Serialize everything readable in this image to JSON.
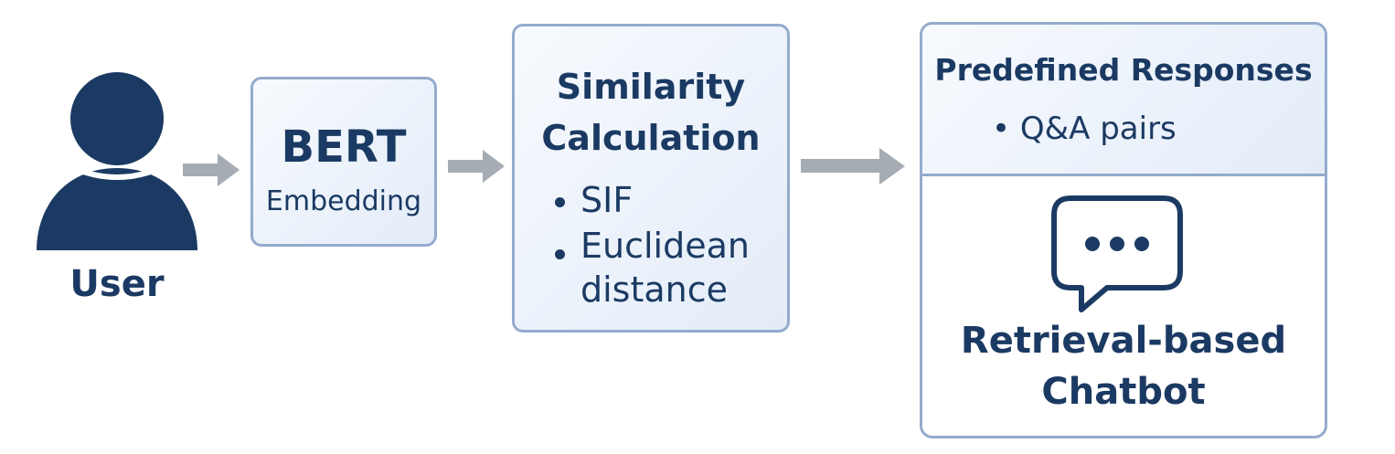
{
  "diagram": {
    "user": {
      "label": "User",
      "icon": "user-icon"
    },
    "bert": {
      "title": "BERT",
      "subtitle": "Embedding"
    },
    "similarity": {
      "title_line1": "Similarity",
      "title_line2": "Calculation",
      "bullets": [
        "SIF",
        "Euclidean",
        "distance"
      ]
    },
    "responses": {
      "title": "Predefined Responses",
      "item": "• Q&A pairs"
    },
    "chatbot": {
      "line1": "Retrieval-based",
      "line2": "Chatbot",
      "icon": "chat-bubble-icon"
    },
    "colors": {
      "primary": "#1b3a63",
      "border": "#93abcd",
      "arrow": "#a5acb3",
      "box_fill": "#e9f0f9"
    }
  }
}
